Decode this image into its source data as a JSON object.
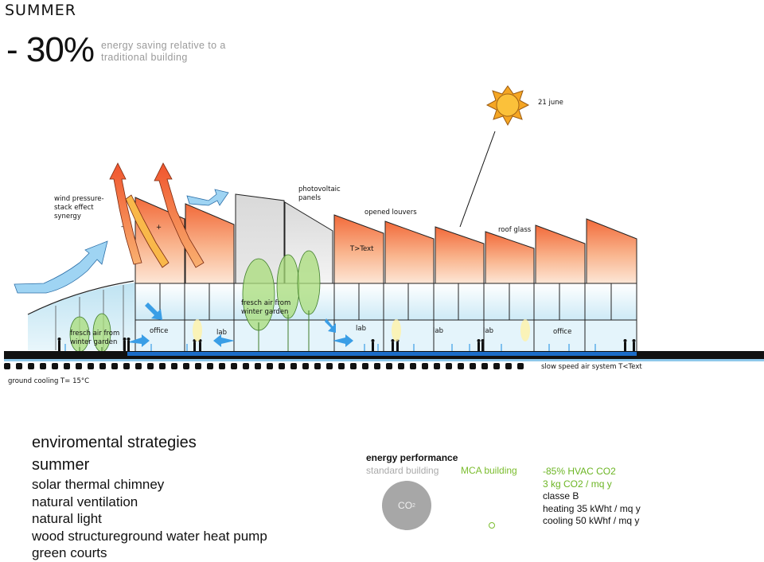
{
  "header": {
    "season": "SUMMER",
    "saving_value": "- 30%",
    "saving_description": "energy saving relative to a traditional building"
  },
  "diagram": {
    "sun_label": "21 june",
    "labels": {
      "wind": [
        "wind pressure-",
        "stack effect",
        "synergy"
      ],
      "minus": "-",
      "plus": "+",
      "photovoltaic": [
        "photovoltaic",
        "panels"
      ],
      "louvers": "opened louvers",
      "roof_glass": "roof glass",
      "t_text": "T>Text",
      "fresh_air_left": [
        "fresch air from",
        "winter garden"
      ],
      "fresh_air_center": [
        "fresch air from",
        "winter garden"
      ],
      "ground_cooling": "ground cooling T= 15°C",
      "air_system": "slow speed air system T<Text"
    },
    "rooms": [
      "office",
      "lab",
      "lab",
      "lab",
      "lab",
      "office"
    ]
  },
  "strategies": {
    "title_line1": "enviromental strategies",
    "title_line2": "summer",
    "items": [
      "solar thermal chimney",
      "natural ventilation",
      "natural light",
      "wood structureground water heat pump",
      "green courts"
    ]
  },
  "energy_performance": {
    "title": "energy performance",
    "standard_label": "standard building",
    "mca_label": "MCA building",
    "co2_label": "CO",
    "co2_sub": "2",
    "stats": [
      "-85% HVAC CO2",
      "3 kg CO2 / mq y",
      "classe B",
      "heating 35 kWht / mq y",
      "cooling 50 kWhf / mq y"
    ],
    "colors": {
      "mca": "#7bbd2e",
      "standard": "#aaaaaa",
      "co2_circle": "#a7a7a7"
    }
  },
  "palette": {
    "roof_warm": "#f36b3b",
    "roof_light": "#fbd3b8",
    "glass_blue": "#bfe3f2",
    "floor_blue": "#1b6cc8",
    "tree_green": "#9bd66c",
    "arrow_blue": "#3a9ee6"
  }
}
